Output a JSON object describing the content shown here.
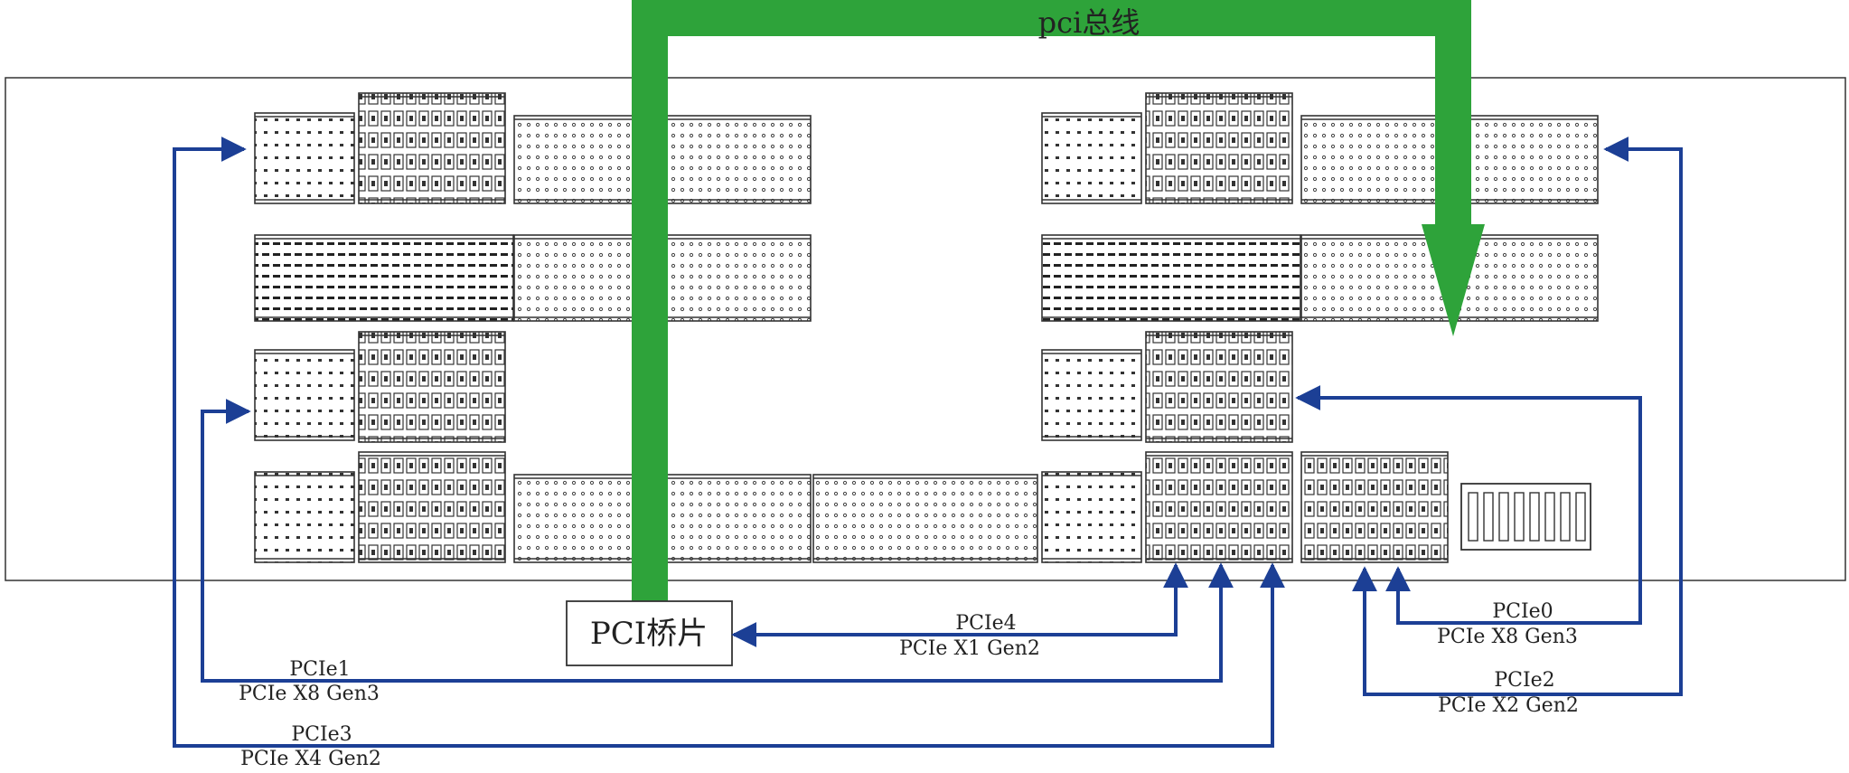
{
  "colors": {
    "bus": "#2ea33a",
    "link": "#1c3f95",
    "outline": "#333333",
    "connector_fill": "#ffffff"
  },
  "bus_label": "pci总线",
  "bridge_label": "PCI桥片",
  "links": [
    {
      "name": "PCIe4",
      "spec": "PCIe X1 Gen2"
    },
    {
      "name": "PCIe0",
      "spec": "PCIe X8 Gen3"
    },
    {
      "name": "PCIe1",
      "spec": "PCIe X8 Gen3"
    },
    {
      "name": "PCIe2",
      "spec": "PCIe X2 Gen2"
    },
    {
      "name": "PCIe3",
      "spec": "PCIe X4 Gen2"
    }
  ]
}
